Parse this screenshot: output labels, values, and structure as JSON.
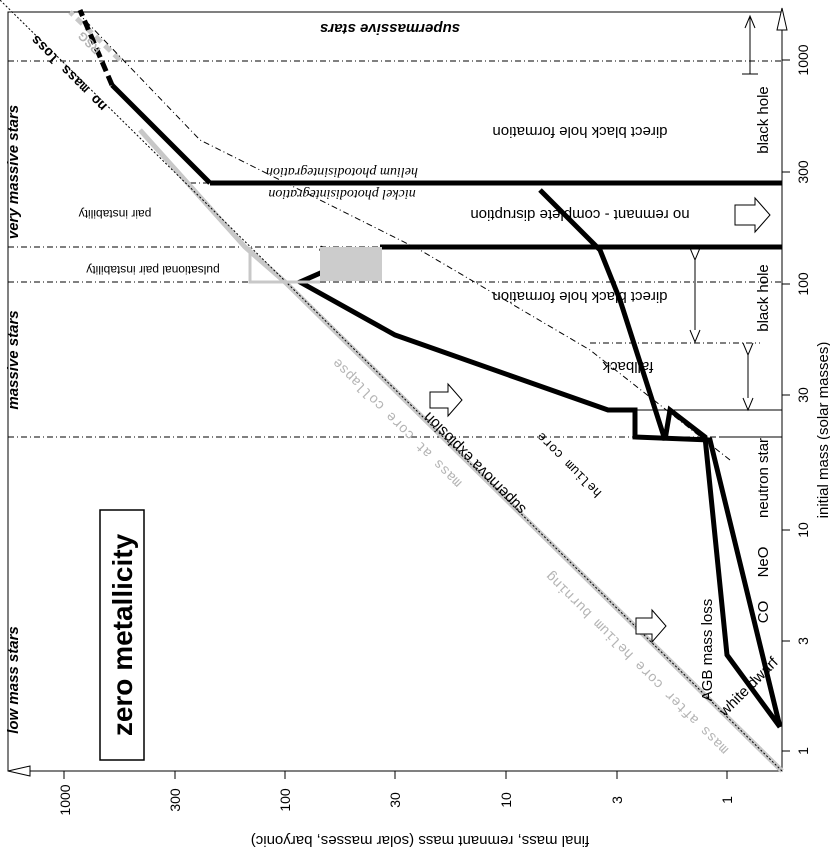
{
  "title": "zero metallicity",
  "axes": {
    "x_label": "initial mass (solar masses)",
    "y_label": "final mass, remnant mass (solar masses, baryonic)",
    "x_ticks": [
      "1",
      "3",
      "10",
      "30",
      "100",
      "300",
      "1000"
    ],
    "y_ticks": [
      "1",
      "3",
      "10",
      "30",
      "100",
      "300",
      "1000"
    ]
  },
  "regions": {
    "low_mass": "low mass stars",
    "massive": "massive stars",
    "very_massive": "very massive stars",
    "supermassive": "supermassive stars"
  },
  "labels": {
    "white_dwarf": "white dwarf",
    "co": "CO",
    "neo": "NeO",
    "agb": "AGB mass loss",
    "neutron_star": "neutron star",
    "black_hole_1": "black hole",
    "fallback": "fallback",
    "direct_bh_1": "direct black hole formation",
    "no_remnant": "no remnant  -  complete disruption",
    "direct_bh_2": "direct black hole formation",
    "black_hole_2": "black hole",
    "pulsational": "pulsational pair instability",
    "pair": "pair instability",
    "nickel": "nickel photodisintegration",
    "helium_photo": "helium photodisintegration",
    "supernova": "supernova explosion",
    "helium_core": "helium core",
    "mass_core_collapse": "mass at core collapse",
    "mass_after_he": "mass after core helium burning",
    "no_mass_loss": "no mass loss",
    "rsg": "RSG"
  },
  "colors": {
    "ink": "#000000",
    "gray": "#c8c8c8",
    "fill": "#cccccc"
  }
}
